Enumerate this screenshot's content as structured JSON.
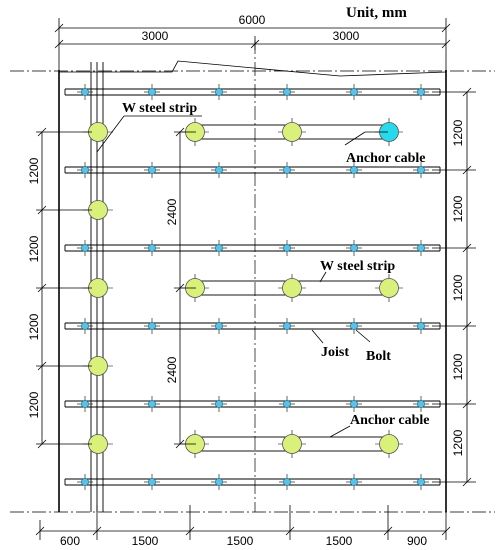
{
  "unit_label": "Unit,  mm",
  "top_dims": {
    "total": "6000",
    "left_half": "3000",
    "right_half": "3000"
  },
  "bottom_dims": [
    "600",
    "1500",
    "1500",
    "1500",
    "900"
  ],
  "right_dims": [
    "1200",
    "1200",
    "1200",
    "1200",
    "1200"
  ],
  "left_dims": [
    "1200",
    "1200",
    "1200",
    "1200"
  ],
  "inner_dims": [
    "2400",
    "2400"
  ],
  "labels": {
    "w_strip_top": "W steel strip",
    "anchor_top": "Anchor cable",
    "w_strip_mid": "W steel strip",
    "joist": "Joist",
    "bolt": "Bolt",
    "anchor_bottom": "Anchor cable"
  },
  "colors": {
    "bolt": "#5bc2e7",
    "anchor": "#d9f07a",
    "anchor_highlight": "#28d9ee",
    "line": "#000000"
  }
}
